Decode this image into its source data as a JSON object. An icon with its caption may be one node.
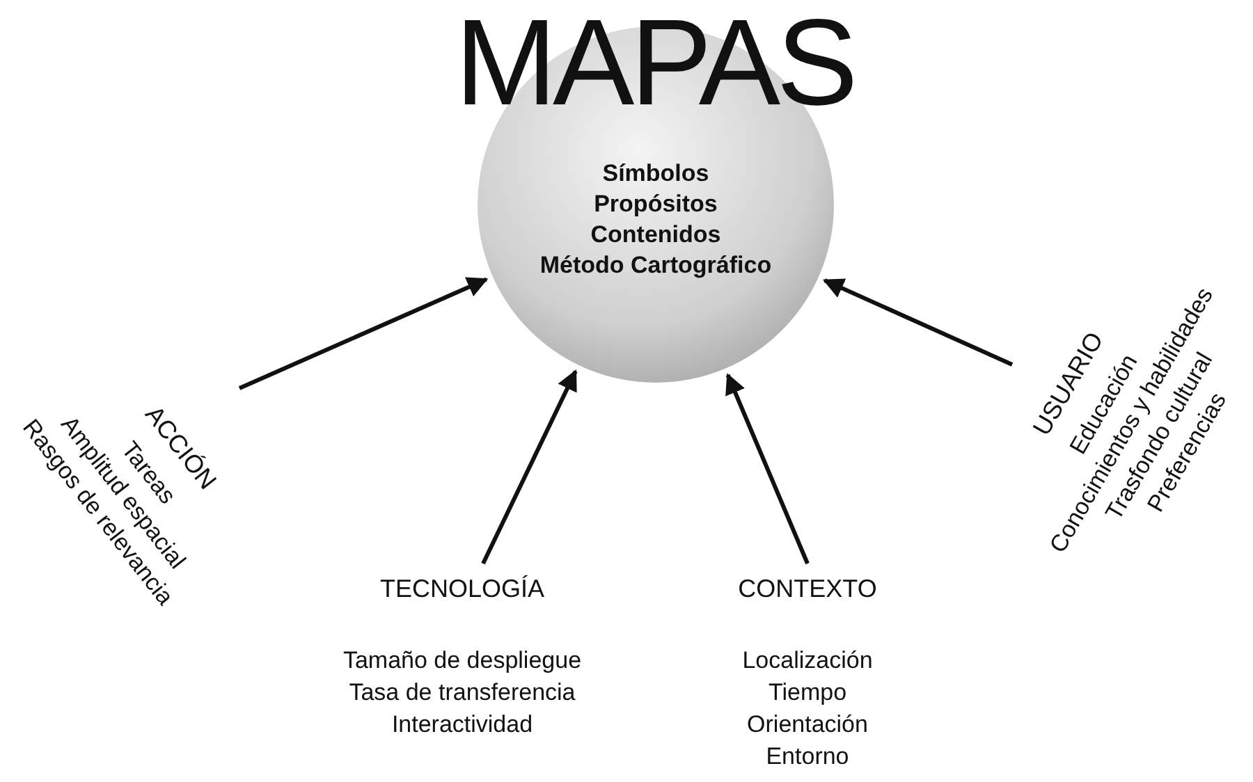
{
  "diagram": {
    "title": "MAPAS",
    "nodes": [
      {
        "text": [
          "Símbolos",
          "Propósitos",
          "Contenidos",
          "Método Cartográfico"
        ]
      },
      {
        "text": [
          "ACCIÓN",
          "Tareas",
          "Amplitud espacial",
          "Rasgos de relevancia"
        ]
      },
      {
        "text": [
          "TECNOLOGÍA",
          "Tamaño de despliegue",
          "Tasa de transferencia",
          "Interactividad"
        ]
      },
      {
        "text": [
          "CONTEXTO",
          "Localización",
          "Tiempo",
          "Orientación",
          "Entorno"
        ]
      },
      {
        "text": [
          "USUARIO",
          "Educación",
          "Conocimientos y habilidades",
          "Trasfondo cultural",
          "Preferencias"
        ]
      }
    ],
    "edges": [
      {
        "from": 1,
        "to": 0,
        "arrow": "to"
      },
      {
        "from": 2,
        "to": 0,
        "arrow": "to"
      },
      {
        "from": 3,
        "to": 0,
        "arrow": "to"
      },
      {
        "from": 4,
        "to": 0,
        "arrow": "to"
      }
    ]
  }
}
